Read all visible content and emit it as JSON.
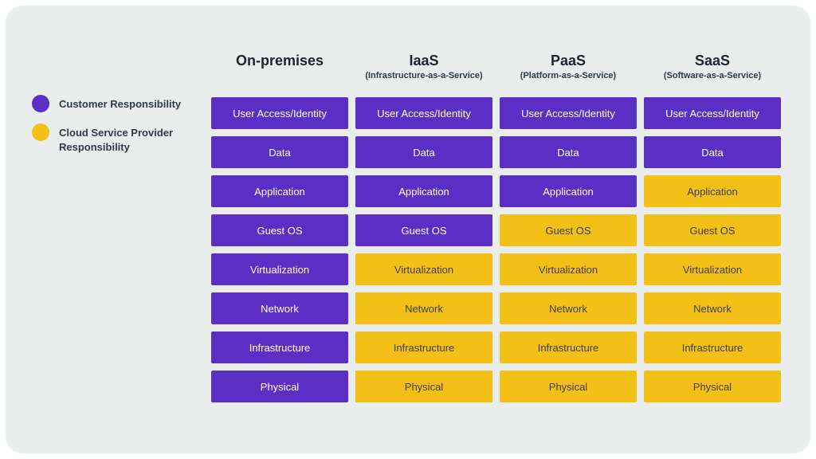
{
  "colors": {
    "customer": "#5B2EC5",
    "provider": "#F2C017",
    "panel_background": "#E9EDEC",
    "page_background": "#FFFFFF"
  },
  "legend": {
    "items": [
      {
        "id": "customer",
        "label": "Customer Responsibility",
        "color": "#5B2EC5"
      },
      {
        "id": "provider",
        "label": "Cloud Service Provider Responsibility",
        "color": "#F2C017"
      }
    ]
  },
  "grid": {
    "rows": [
      "User Access/Identity",
      "Data",
      "Application",
      "Guest OS",
      "Virtualization",
      "Network",
      "Infrastructure",
      "Physical"
    ],
    "columns": [
      {
        "id": "on-premises",
        "title": "On-premises",
        "subtitle": "",
        "owners": [
          "customer",
          "customer",
          "customer",
          "customer",
          "customer",
          "customer",
          "customer",
          "customer"
        ]
      },
      {
        "id": "iaas",
        "title": "IaaS",
        "subtitle": "(Infrastructure-as-a-Service)",
        "owners": [
          "customer",
          "customer",
          "customer",
          "customer",
          "provider",
          "provider",
          "provider",
          "provider"
        ]
      },
      {
        "id": "paas",
        "title": "PaaS",
        "subtitle": "(Platform-as-a-Service)",
        "owners": [
          "customer",
          "customer",
          "customer",
          "provider",
          "provider",
          "provider",
          "provider",
          "provider"
        ]
      },
      {
        "id": "saas",
        "title": "SaaS",
        "subtitle": "(Software-as-a-Service)",
        "owners": [
          "customer",
          "customer",
          "provider",
          "provider",
          "provider",
          "provider",
          "provider",
          "provider"
        ]
      }
    ]
  }
}
